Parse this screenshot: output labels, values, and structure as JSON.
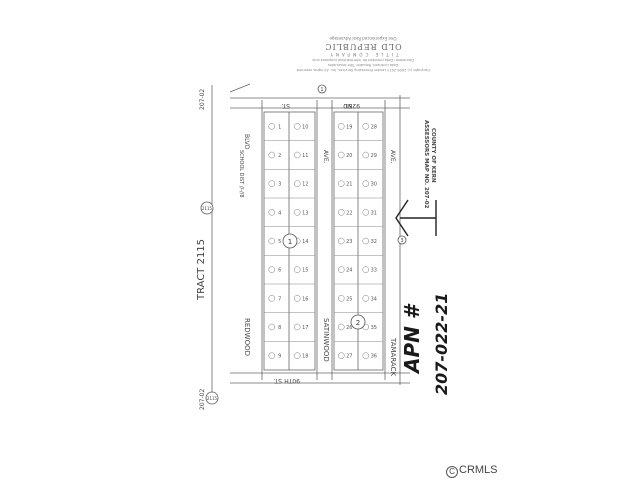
{
  "document": {
    "header": {
      "company_name": "OLD REPUBLIC",
      "company_subtitle": "One Experienced Real Advantage",
      "title_company": "TITLE COMPANY",
      "copyright": "Copyright (c) 2006-2013 Lender Processing Services, Inc. All rights reserved.",
      "fine_print_1": "Data Licensed, Republic Title Associates",
      "fine_print_2": "Disclaimer: Data provided for informational purposes only"
    },
    "map": {
      "tract_label": "TRACT 2115",
      "left_ref_top": "207-02",
      "left_ref_bottom": "207-02",
      "school_dist": "SCHOOL DIST //-//8",
      "blvd_label": "BLVD",
      "streets": {
        "redwood": "REDWOOD",
        "satinwood": "SATINWOOD",
        "tamarack": "TAMARACK",
        "ave_1": "AVE.",
        "ave_2": "AVE.",
        "street_top": "ST.",
        "street_top_right": "ST.",
        "street_bottom": "ST.",
        "street_bottom_name": "90TH",
        "street_top_name": "92ND"
      },
      "assessor": {
        "line1": "ASSESSORS MAP NO. 207-02",
        "line2": "COUNTY OF KERN"
      },
      "block_left": "1",
      "block_right": "2",
      "left_lots": [
        "1",
        "2",
        "3",
        "4",
        "5",
        "6",
        "7",
        "8",
        "9",
        "10",
        "11",
        "12",
        "13",
        "14",
        "15",
        "16",
        "17",
        "18"
      ],
      "right_lots": [
        "19",
        "20",
        "21",
        "22",
        "23",
        "24",
        "25",
        "26",
        "27",
        "28",
        "29",
        "30",
        "31",
        "32",
        "33",
        "34",
        "35",
        "36"
      ],
      "circle_labels": {
        "tract_circle": "2115",
        "bottom_circle": "2115",
        "top_circle": "1",
        "right_circle": "3"
      }
    },
    "handwriting": {
      "apn_label": "APN #",
      "apn_number": "207-022-21"
    },
    "watermark": {
      "symbol": "C",
      "text": "CRMLS"
    }
  }
}
